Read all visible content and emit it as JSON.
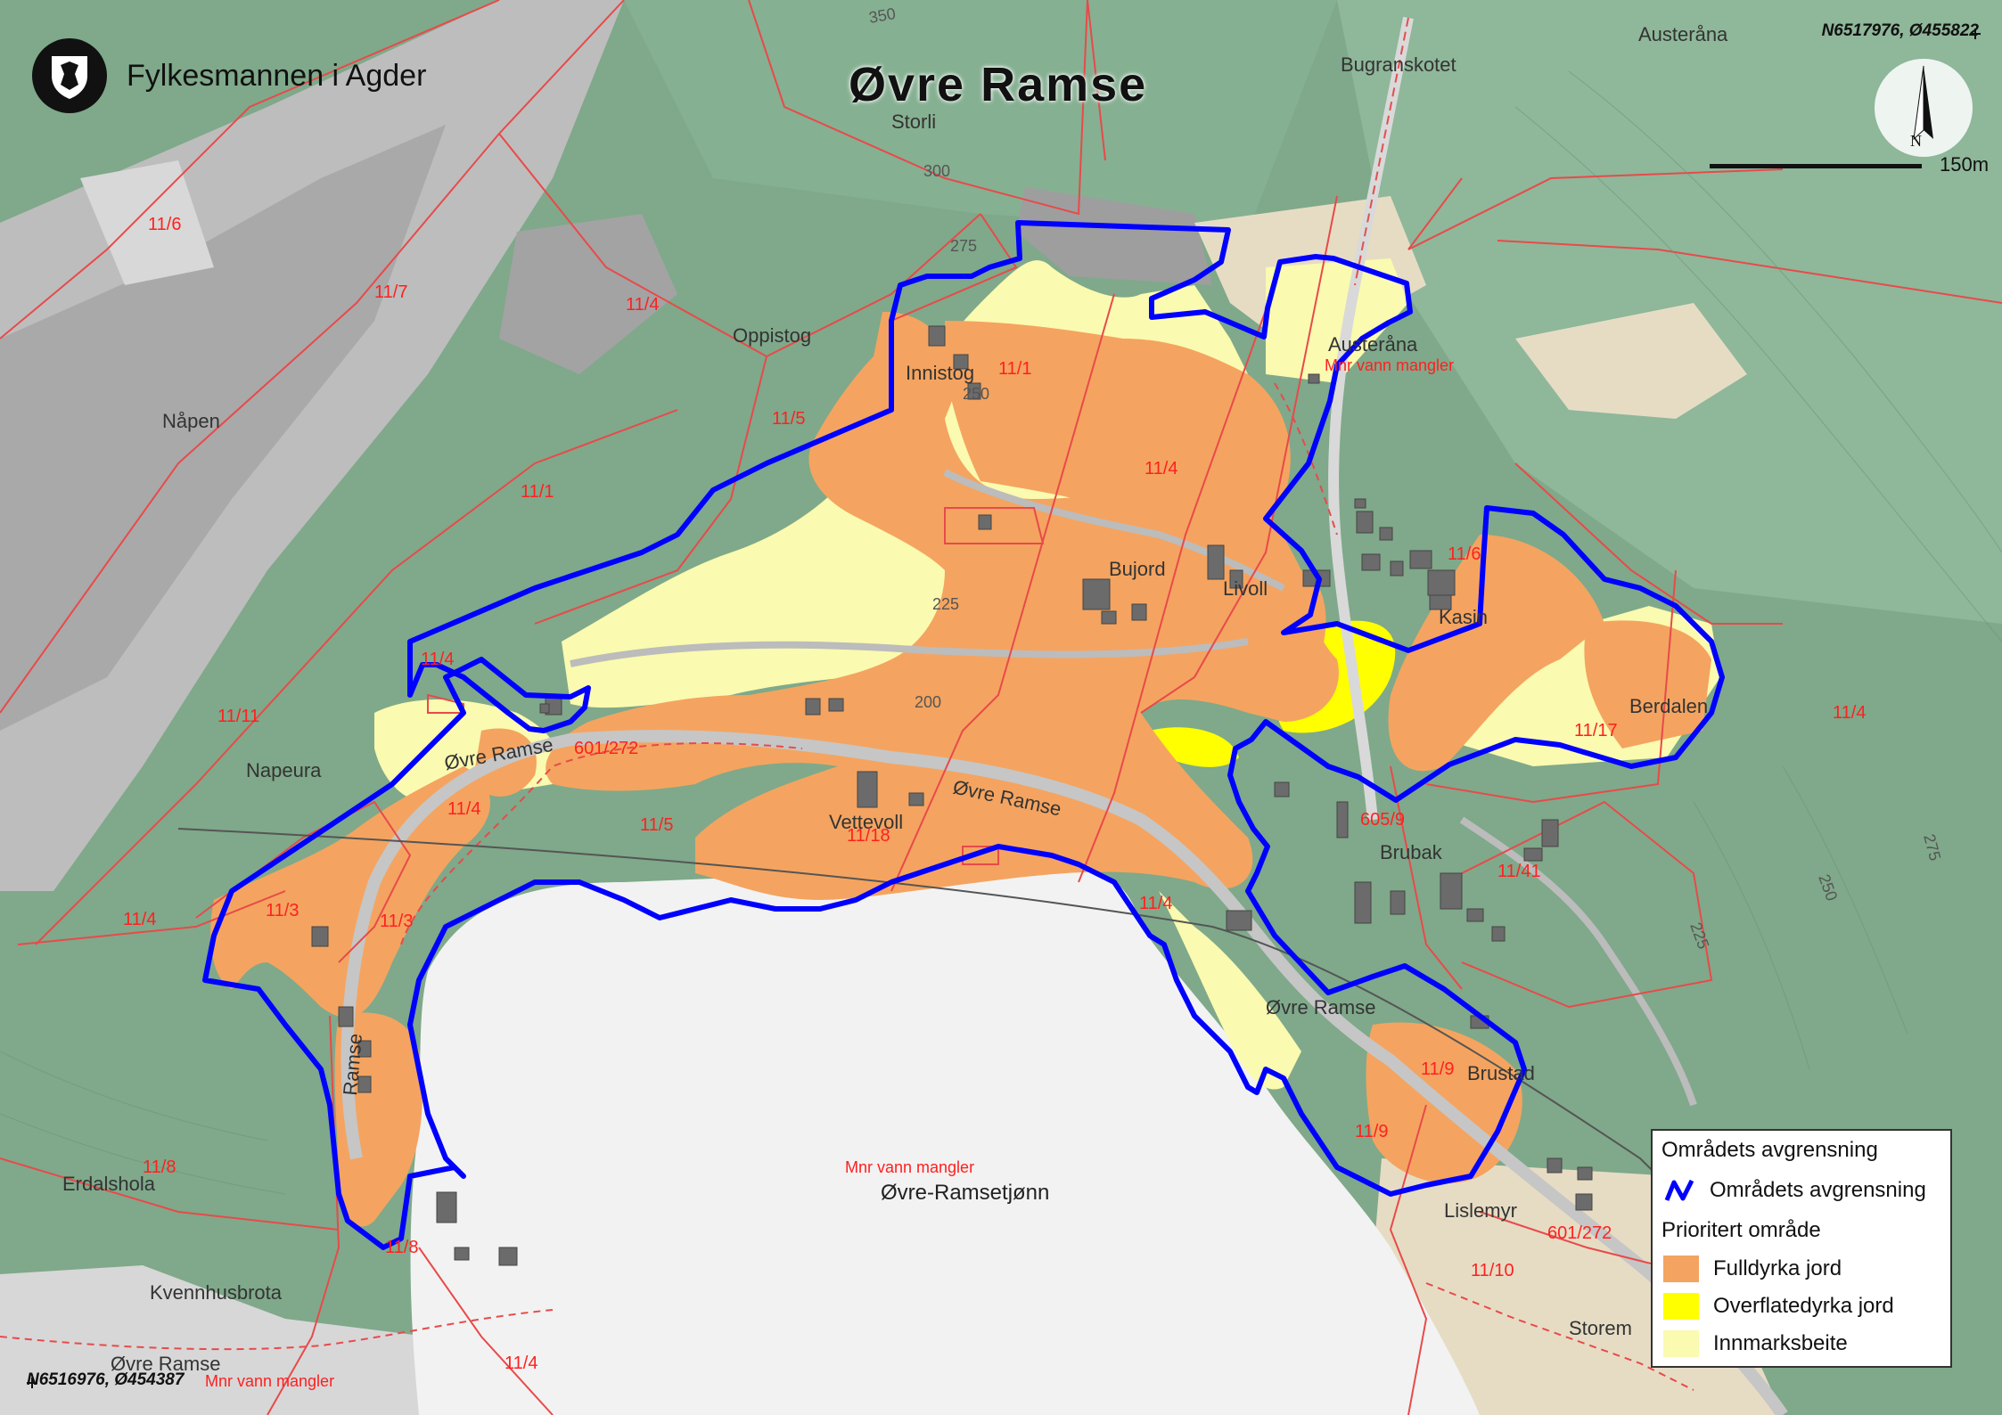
{
  "header": {
    "organization": "Fylkesmannen i Agder"
  },
  "map": {
    "title": "Øvre Ramse",
    "coord_top_right": "N6517976, Ø455822",
    "coord_bottom_left": "N6516976, Ø454387",
    "scale_label": "150m",
    "colors": {
      "terrain_green": "#7fa98a",
      "rock_grey": "#b8b8b8",
      "water": "#f2f2f2",
      "fulldyrka": "#f4a460",
      "overflatedyrka": "#ffff00",
      "innmarksbeite": "#fafab0",
      "boundary": "#0000ff",
      "property_line": "#ff0000",
      "meadow_tan": "#e6dcc4"
    },
    "place_names": [
      {
        "id": "austerana_n",
        "text": "Austeråna"
      },
      {
        "id": "bugranskotet",
        "text": "Bugranskotet"
      },
      {
        "id": "storli",
        "text": "Storli"
      },
      {
        "id": "oppistog",
        "text": "Oppistog"
      },
      {
        "id": "napen",
        "text": "Nåpen"
      },
      {
        "id": "innistog",
        "text": "Innistog"
      },
      {
        "id": "austerana_s",
        "text": "Austeråna"
      },
      {
        "id": "bujord",
        "text": "Bujord"
      },
      {
        "id": "livoll",
        "text": "Livoll"
      },
      {
        "id": "kasin",
        "text": "Kasin"
      },
      {
        "id": "berdalen",
        "text": "Berdalen"
      },
      {
        "id": "napeura",
        "text": "Napeura"
      },
      {
        "id": "ovre_ramse_road1",
        "text": "Øvre Ramse"
      },
      {
        "id": "ovre_ramse_road2",
        "text": "Øvre Ramse"
      },
      {
        "id": "vettevoll",
        "text": "Vettevoll"
      },
      {
        "id": "brubak",
        "text": "Brubak"
      },
      {
        "id": "ovre_ramse_road3",
        "text": "Øvre Ramse"
      },
      {
        "id": "brustad",
        "text": "Brustad"
      },
      {
        "id": "erdalshola",
        "text": "Erdalshola"
      },
      {
        "id": "ovre_ramsetjonn",
        "text": "Øvre-Ramsetjønn"
      },
      {
        "id": "lislemyr",
        "text": "Lislemyr"
      },
      {
        "id": "kvennhusbrota",
        "text": "Kvennhusbrota"
      },
      {
        "id": "ovre_ramse_sw",
        "text": "Øvre Ramse"
      },
      {
        "id": "storem",
        "text": "Storem"
      },
      {
        "id": "ramse_vertical",
        "text": "Ramse"
      }
    ],
    "contour_labels": [
      "350",
      "300",
      "275",
      "250",
      "225",
      "200",
      "275",
      "250",
      "225"
    ],
    "property_labels": [
      "11/6",
      "11/7",
      "11/4",
      "11/5",
      "11/1",
      "11/1",
      "11/4",
      "Mnr vann mangler",
      "11/6",
      "11/4",
      "11/11",
      "601/272",
      "11/4",
      "11/5",
      "11/18",
      "11/17",
      "11/4",
      "605/9",
      "11/41",
      "11/4",
      "11/3",
      "11/3",
      "11/4",
      "11/8",
      "11/9",
      "11/9",
      "Mnr vann mangler",
      "11/8",
      "601/272",
      "11/10",
      "11/4",
      "Mnr vann mangler"
    ]
  },
  "legend": {
    "heading1": "Områdets avgrensning",
    "boundary_label": "Områdets avgrensning",
    "heading2": "Prioritert område",
    "items": [
      {
        "label": "Fulldyrka jord",
        "color": "#f4a460"
      },
      {
        "label": "Overflatedyrka jord",
        "color": "#ffff00"
      },
      {
        "label": "Innmarksbeite",
        "color": "#fafab0"
      }
    ]
  }
}
